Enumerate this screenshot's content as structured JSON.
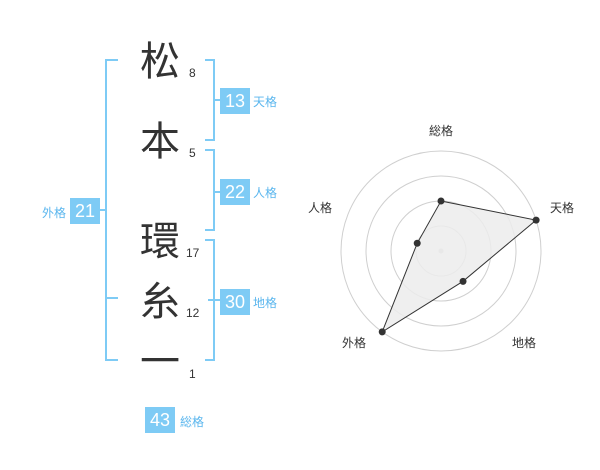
{
  "characters": [
    {
      "char": "松",
      "strokes": "8"
    },
    {
      "char": "本",
      "strokes": "5"
    },
    {
      "char": "環",
      "strokes": "17"
    },
    {
      "char": "糸",
      "strokes": "12"
    },
    {
      "char": "一",
      "strokes": "1"
    }
  ],
  "kaku": {
    "tenkaku": {
      "value": "13",
      "label": "天格"
    },
    "jinkaku": {
      "value": "22",
      "label": "人格"
    },
    "chikaku": {
      "value": "30",
      "label": "地格"
    },
    "gaikaku": {
      "value": "21",
      "label": "外格"
    },
    "soukaku": {
      "value": "43",
      "label": "総格"
    }
  },
  "colors": {
    "accent": "#7ecbf5",
    "label": "#5ab6ee",
    "bracket": "#7ecbf5"
  },
  "chart_data": {
    "type": "radar",
    "axes": [
      "総格",
      "天格",
      "地格",
      "外格",
      "人格"
    ],
    "values": [
      2,
      4,
      1.5,
      4,
      1
    ],
    "max": 4,
    "rings": 4
  }
}
